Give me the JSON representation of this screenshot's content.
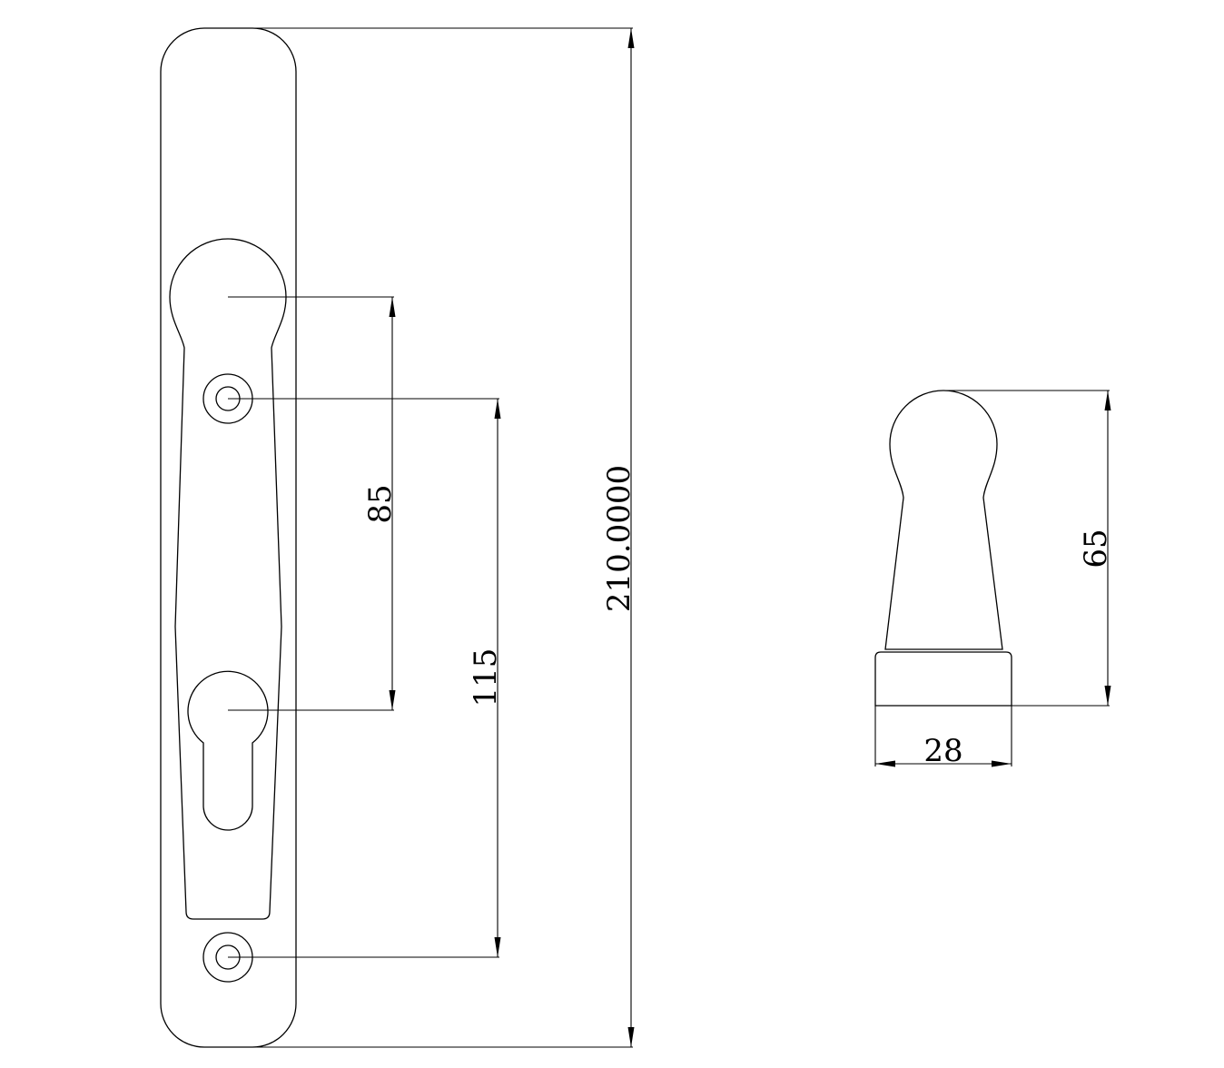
{
  "drawing": {
    "type": "technical-drawing",
    "subject": "door handle backplate and keyhole escutcheon",
    "line_color": "#000000",
    "background": "#ffffff"
  },
  "backplate": {
    "dimensions": {
      "overall_length": "210.0000",
      "handle_to_cylinder": "85",
      "screw_to_screw": "115"
    }
  },
  "escutcheon": {
    "dimensions": {
      "height": "65",
      "width": "28"
    }
  }
}
